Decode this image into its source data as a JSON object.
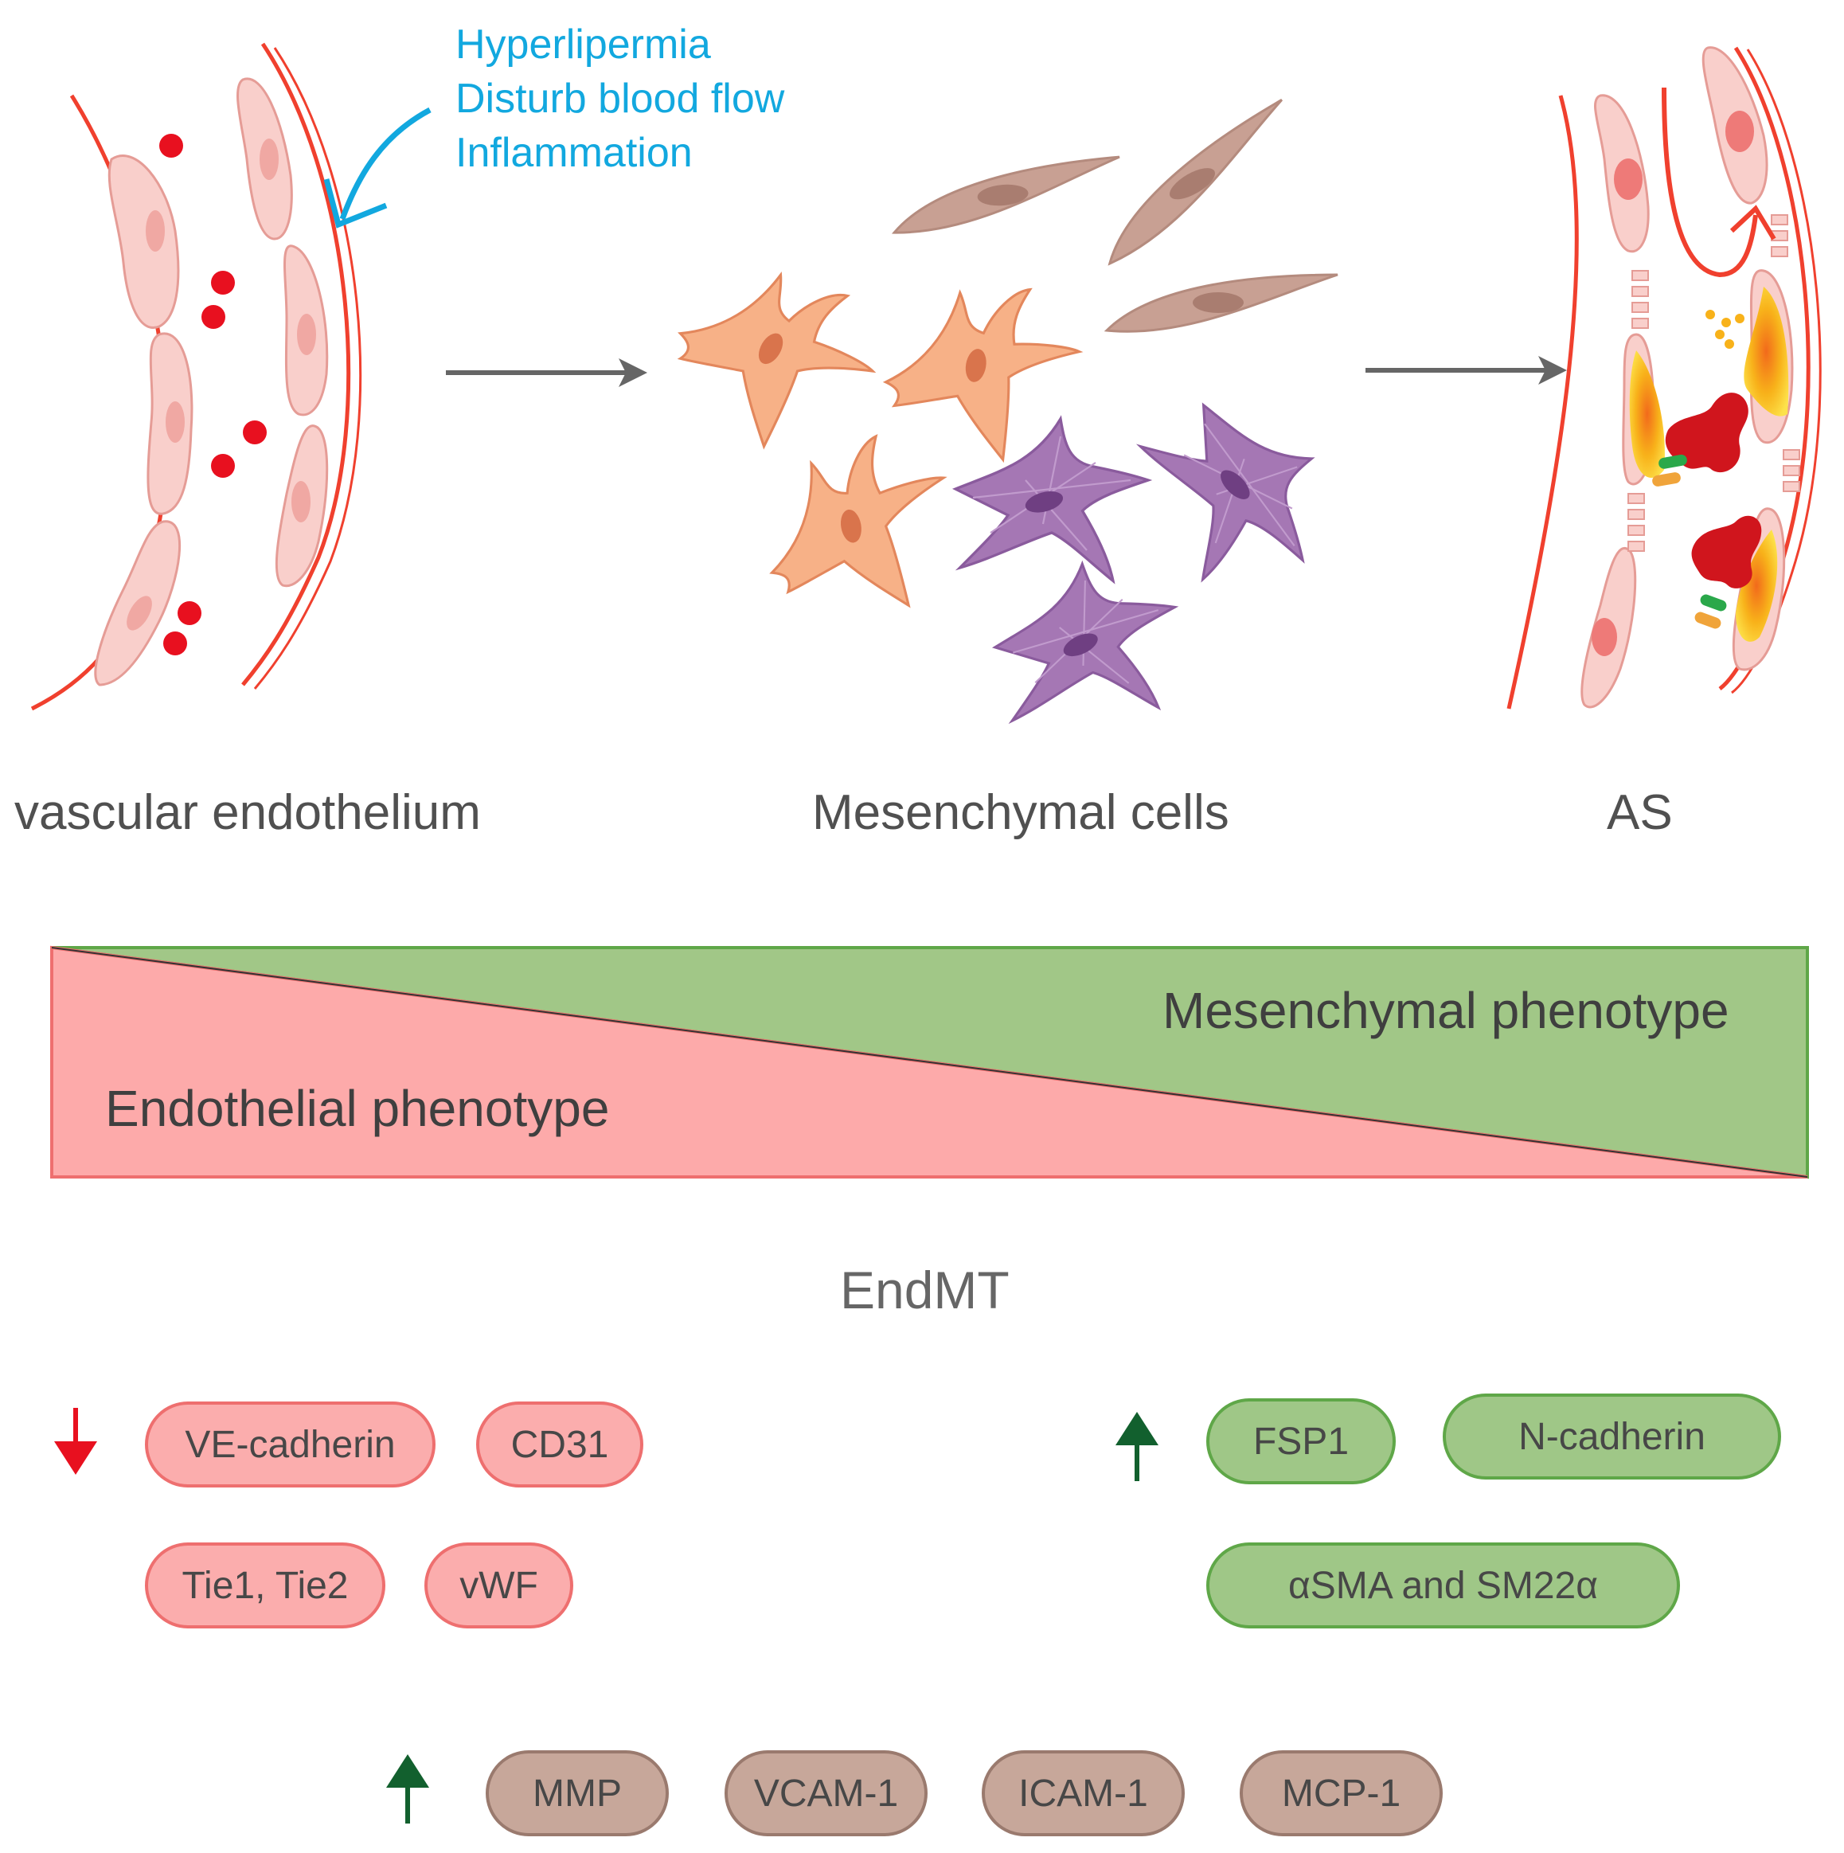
{
  "triggers": [
    "Hyperlipermia",
    "Disturb blood flow",
    "Inflammation"
  ],
  "stages": {
    "left": "vascular endothelium",
    "middle": "Mesenchymal cells",
    "right": "AS"
  },
  "phenotype_bar": {
    "endothelial": "Endothelial phenotype",
    "mesenchymal": "Mesenchymal phenotype",
    "process": "EndMT"
  },
  "markers": {
    "decreased": [
      "VE-cadherin",
      "CD31",
      "Tie1, Tie2",
      "vWF"
    ],
    "increased": [
      "FSP1",
      "N-cadherin",
      "αSMA and SM22α"
    ],
    "inflammatory_increased": [
      "MMP",
      "VCAM-1",
      "ICAM-1",
      "MCP-1"
    ]
  },
  "colors": {
    "vessel_wall": "#f0402e",
    "endothelial_cell": "#f9cfcb",
    "blood_cell": "#e8101f",
    "trigger_text": "#12a8df",
    "endothelial_fill": "#fdaaaa",
    "mesenchymal_fill": "#a1c787",
    "decrease_arrow": "#e8101f",
    "increase_arrow": "#12602e",
    "stage_arrow": "#666666"
  }
}
